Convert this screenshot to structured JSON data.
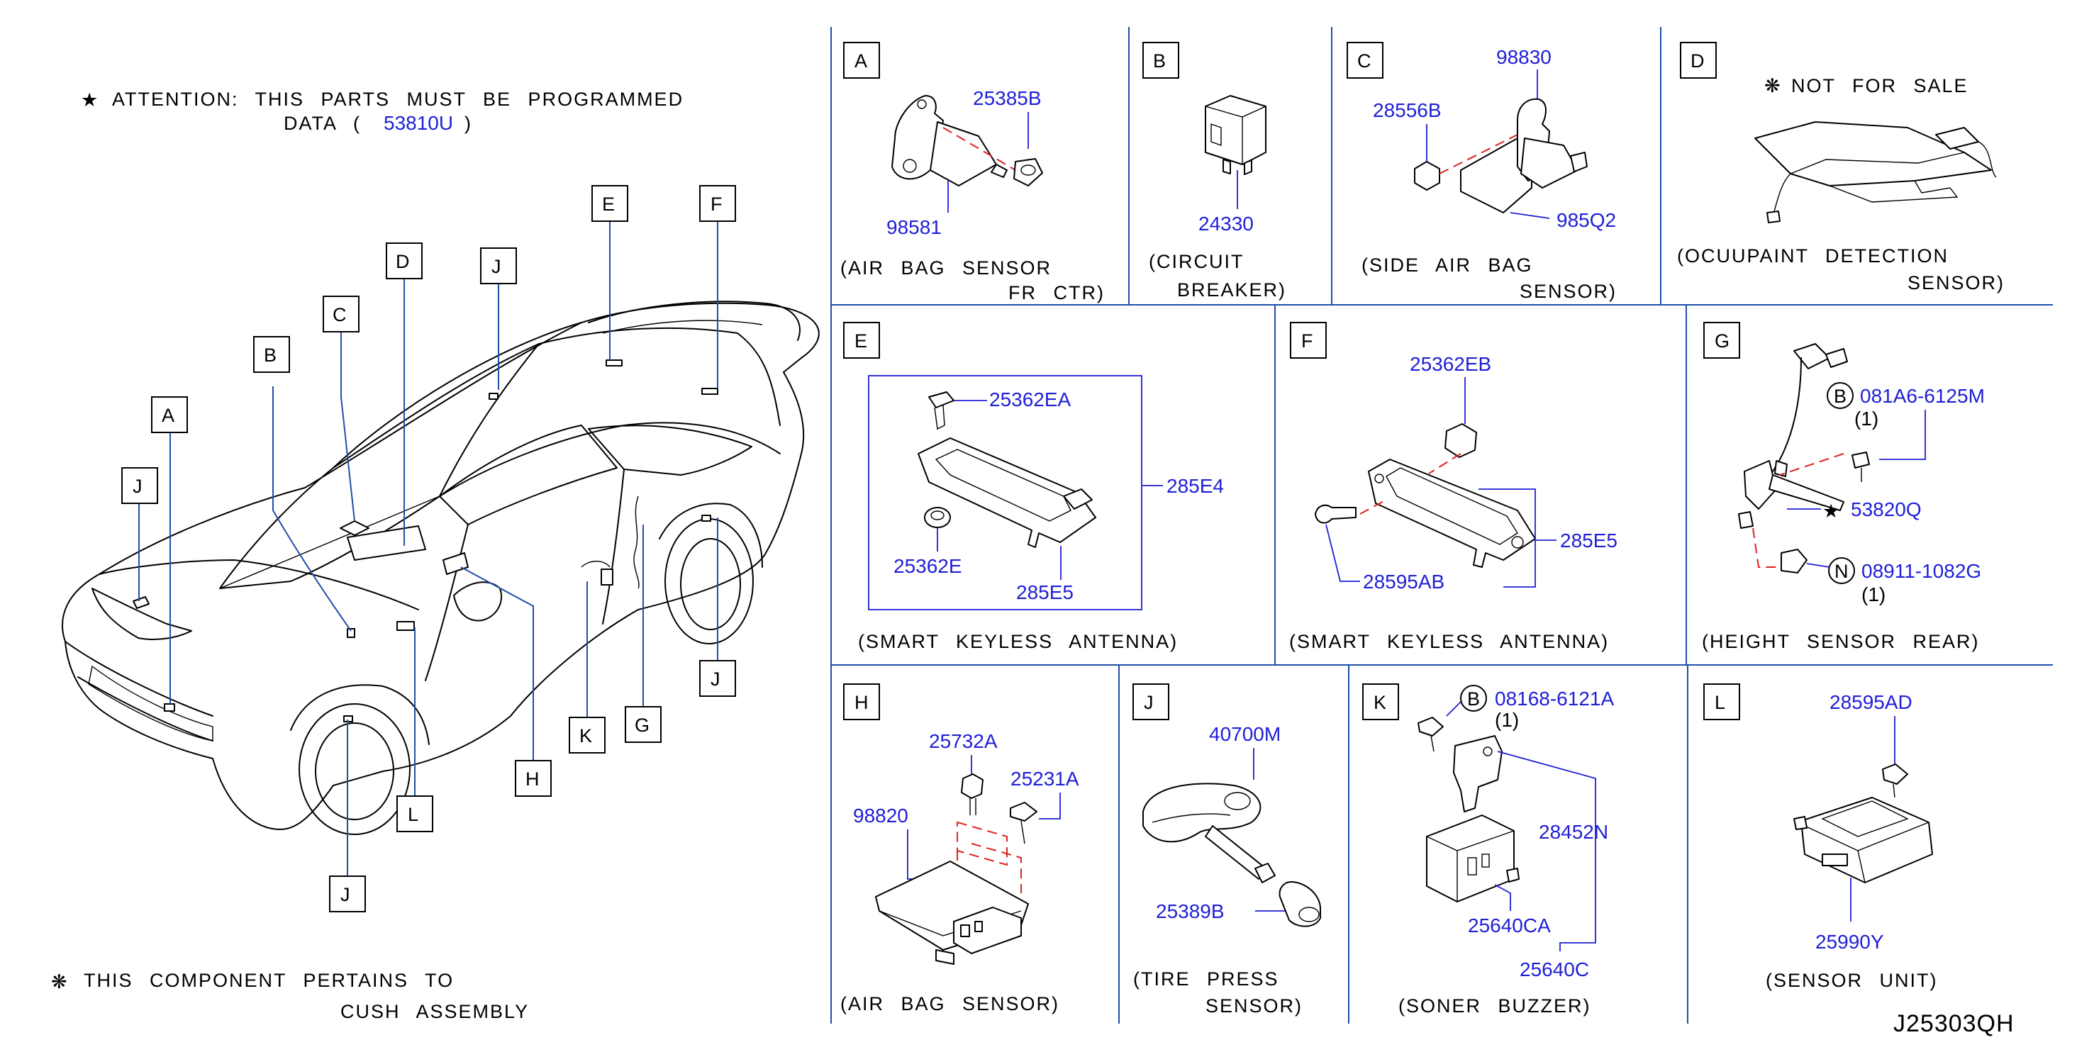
{
  "attention": {
    "line1": "ATTENTION:  THIS  PARTS  MUST  BE  PROGRAMMED",
    "line2_prefix": "DATA  (",
    "part": "53810U",
    "line2_suffix": ")"
  },
  "component_note": {
    "line1": "THIS  COMPONENT  PERTAINS  TO",
    "line2": "CUSH  ASSEMBLY"
  },
  "drawing_code": "J25303QH",
  "car_callouts": [
    "A",
    "B",
    "C",
    "D",
    "E",
    "F",
    "G",
    "H",
    "J",
    "K",
    "L"
  ],
  "panels": {
    "A": {
      "letter": "A",
      "caption1": "(AIR  BAG  SENSOR",
      "caption2": "FR  CTR)",
      "parts": [
        "25385B",
        "98581"
      ]
    },
    "B": {
      "letter": "B",
      "caption1": "(CIRCUIT",
      "caption2": "BREAKER)",
      "parts": [
        "24330"
      ]
    },
    "C": {
      "letter": "C",
      "caption1": "(SIDE  AIR  BAG",
      "caption2": "SENSOR)",
      "parts": [
        "98830",
        "28556B",
        "985Q2"
      ]
    },
    "D": {
      "letter": "D",
      "caption1": "(OCUUPAINT  DETECTION",
      "caption2": "SENSOR)",
      "note": "NOT  FOR  SALE"
    },
    "E": {
      "letter": "E",
      "caption1": "(SMART  KEYLESS  ANTENNA)",
      "parts": [
        "25362EA",
        "285E4",
        "25362E",
        "285E5"
      ]
    },
    "F": {
      "letter": "F",
      "caption1": "(SMART  KEYLESS  ANTENNA)",
      "parts": [
        "25362EB",
        "285E5",
        "28595AB"
      ]
    },
    "G": {
      "letter": "G",
      "caption1": "(HEIGHT  SENSOR  REAR)",
      "parts": [
        "081A6-6125M",
        "53820Q",
        "08911-1082G"
      ],
      "qty1": "(1)",
      "qty2": "(1)",
      "circle1": "B",
      "circle2": "N"
    },
    "H": {
      "letter": "H",
      "caption1": "(AIR  BAG  SENSOR)",
      "parts": [
        "25732A",
        "25231A",
        "98820"
      ]
    },
    "J": {
      "letter": "J",
      "caption1": "(TIRE  PRESS",
      "caption2": "SENSOR)",
      "parts": [
        "40700M",
        "25389B"
      ]
    },
    "K": {
      "letter": "K",
      "caption1": "(SONER  BUZZER)",
      "parts": [
        "08168-6121A",
        "28452N",
        "25640CA",
        "25640C"
      ],
      "qty": "(1)",
      "circle": "B"
    },
    "L": {
      "letter": "L",
      "caption1": "(SENSOR  UNIT)",
      "parts": [
        "28595AD",
        "25990Y"
      ]
    }
  }
}
